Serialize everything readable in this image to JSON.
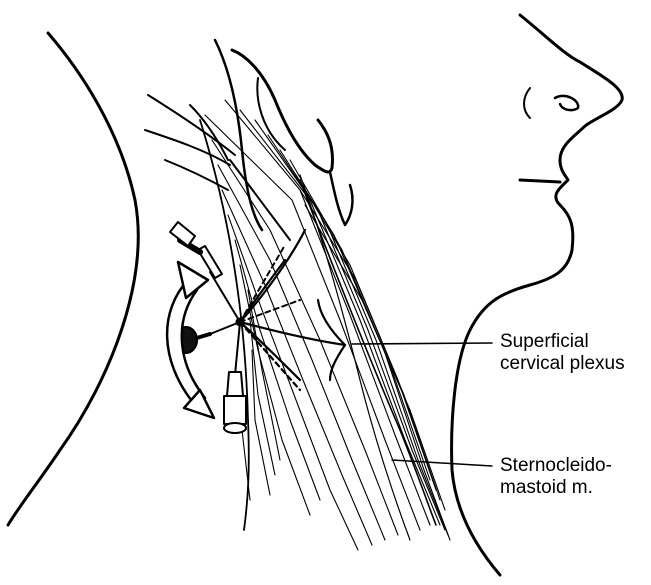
{
  "labels": {
    "plexus": [
      "Superficial",
      "cervical plexus"
    ],
    "scm": [
      "Sternocleido-",
      "mastoid m."
    ]
  },
  "colors": {
    "ink": "#000000",
    "background": "#ffffff"
  }
}
